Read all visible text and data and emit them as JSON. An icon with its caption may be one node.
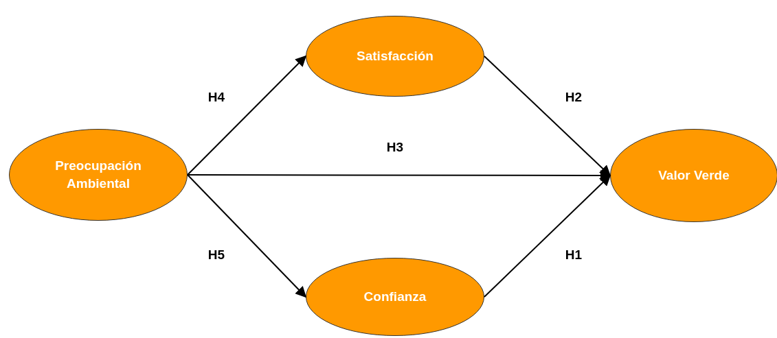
{
  "diagram": {
    "nodes": [
      {
        "text": [
          "Preocupación Ambiental"
        ]
      },
      {
        "text": [
          "Satisfacción"
        ]
      },
      {
        "text": [
          "Valor Verde"
        ]
      },
      {
        "text": [
          "Confianza"
        ]
      }
    ],
    "edges": [
      {
        "from": 0,
        "to": 1,
        "arrow": "to",
        "label": "H4"
      },
      {
        "from": 0,
        "to": 2,
        "arrow": "to",
        "label": "H3"
      },
      {
        "from": 0,
        "to": 3,
        "arrow": "to",
        "label": "H5"
      },
      {
        "from": 1,
        "to": 2,
        "arrow": "to",
        "label": "H2"
      },
      {
        "from": 3,
        "to": 2,
        "arrow": "to",
        "label": "H1"
      }
    ]
  }
}
